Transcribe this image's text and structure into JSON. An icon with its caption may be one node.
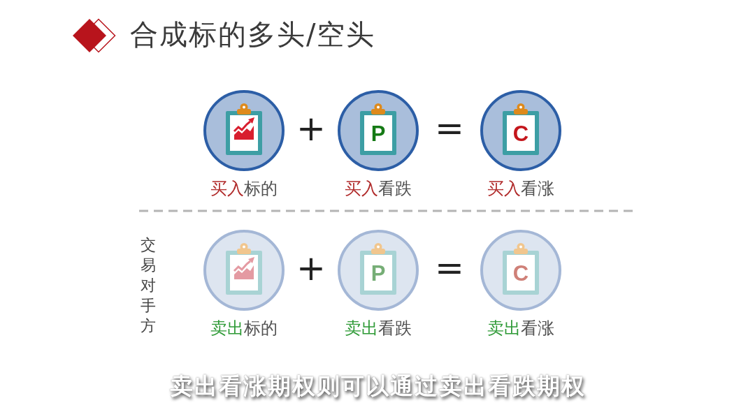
{
  "diagram": {
    "title": "合成标的多头/空头",
    "caption": "卖出看涨期权则可以通过卖出看跌期权",
    "nodes": [
      {
        "text": [],
        "shape": "circle",
        "beside": [
          "**买入**标的"
        ]
      },
      {
        "text": [
          "P"
        ],
        "beside": [
          "**买入**看跌"
        ]
      },
      {
        "text": [
          "C"
        ],
        "beside": [
          "**买入**看涨"
        ]
      },
      {
        "text": [],
        "shape": "circle",
        "beside": [
          "**卖出**标的"
        ]
      },
      {
        "text": [
          "P"
        ],
        "beside": [
          "**卖出**看跌"
        ]
      },
      {
        "text": [
          "C"
        ],
        "beside": [
          "**卖出**看涨"
        ]
      }
    ],
    "labels": [
      "+",
      "=",
      "交易对手方",
      "+",
      "="
    ]
  }
}
